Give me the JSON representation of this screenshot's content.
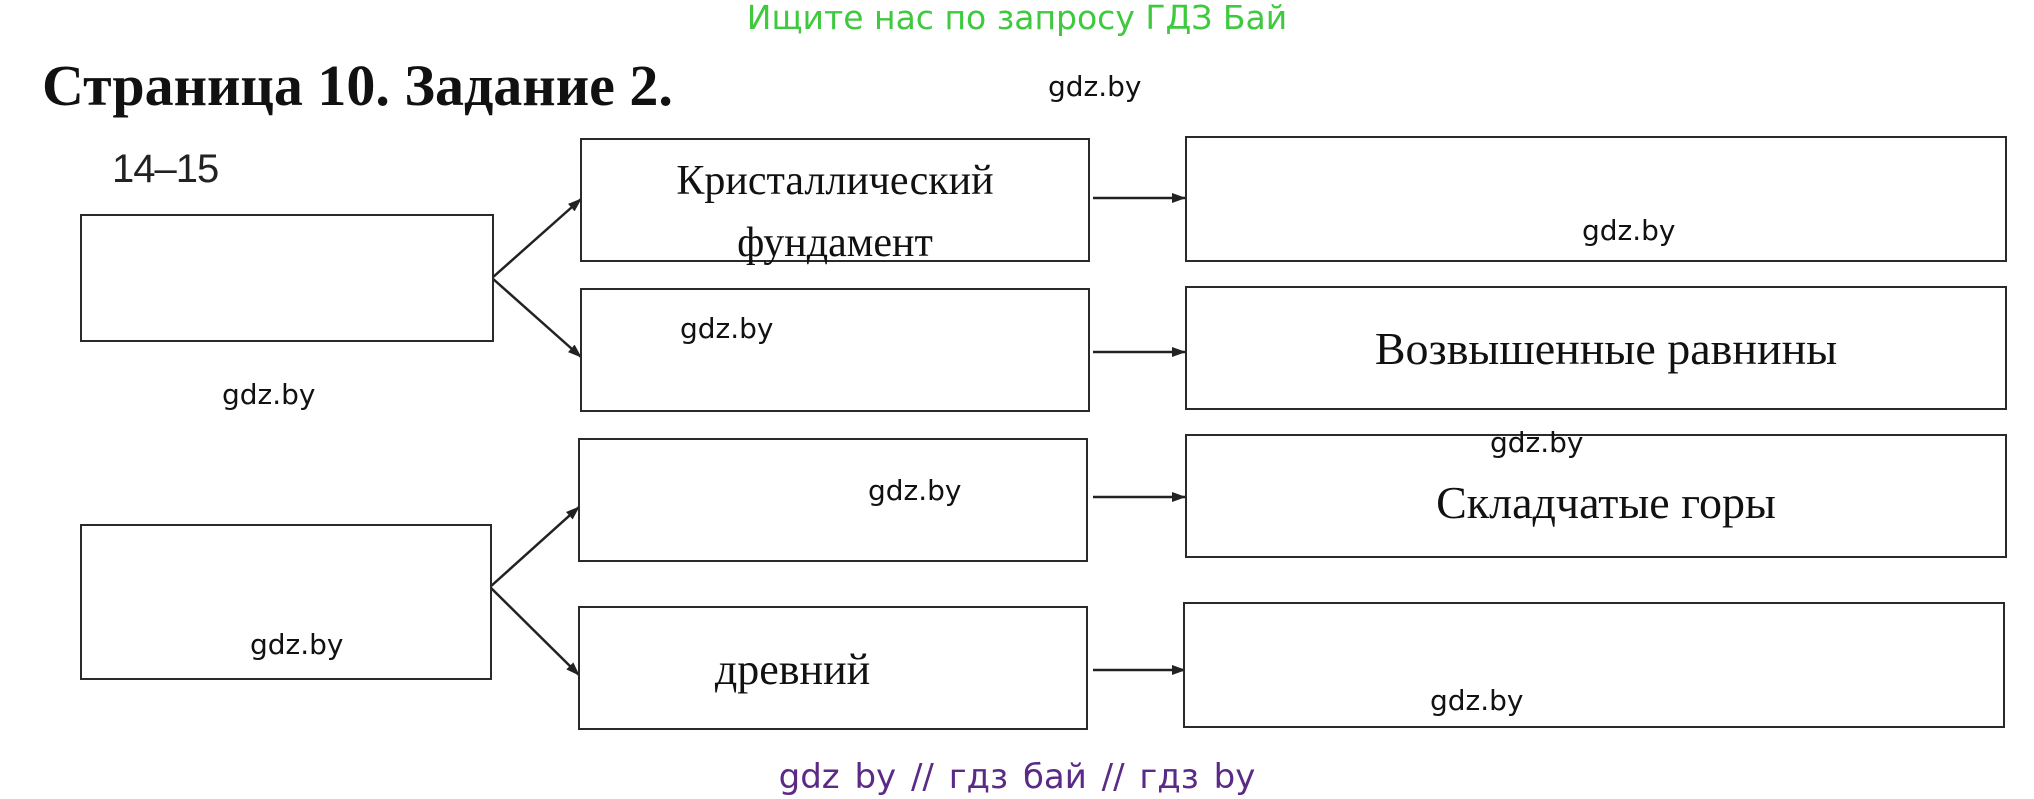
{
  "banner": "Ищите нас по запросу ГДЗ Бай",
  "title": "Страница 10. Задание 2.",
  "page_ref": "14–15",
  "boxes": {
    "b1": "Кристаллический фундамент",
    "b1_line1": "Кристаллический",
    "b1_line2": "фундамент",
    "r2": "Возвышенные равнины",
    "r3": "Складчатые горы",
    "b4": "древний"
  },
  "watermark": "gdz.by",
  "footer": "gdz by  //  гдз бай  //  гдз by"
}
